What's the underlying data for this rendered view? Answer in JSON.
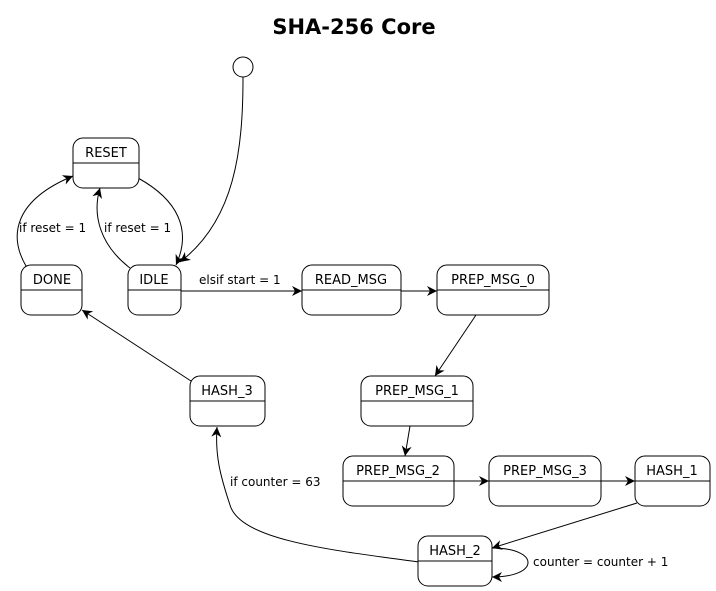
{
  "title": "SHA-256 Core",
  "states": {
    "reset": "RESET",
    "idle": "IDLE",
    "done": "DONE",
    "read_msg": "READ_MSG",
    "prep_msg_0": "PREP_MSG_0",
    "prep_msg_1": "PREP_MSG_1",
    "prep_msg_2": "PREP_MSG_2",
    "prep_msg_3": "PREP_MSG_3",
    "hash_1": "HASH_1",
    "hash_2": "HASH_2",
    "hash_3": "HASH_3"
  },
  "transitions": {
    "done_to_reset": "if reset = 1",
    "idle_to_reset": "if reset = 1",
    "idle_to_read_msg": "elsif start = 1",
    "hash_2_to_hash_3": "if counter = 63",
    "hash_2_self": "counter = counter + 1"
  }
}
